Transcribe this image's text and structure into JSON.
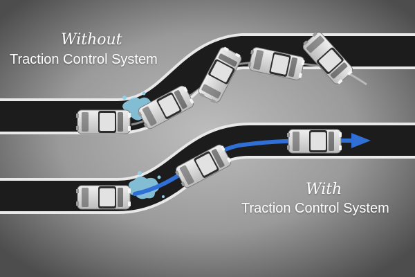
{
  "captions": {
    "without_line1": "Without",
    "without_line2": "Traction Control System",
    "with_line1": "With",
    "with_line2": "Traction Control System"
  },
  "colors": {
    "road": "#1c1c1c",
    "road_edge": "#e9e9e9",
    "path_arrow": "#2f6fd6",
    "water": "#8fcfe8",
    "vehicle": "#d2d2d2",
    "text": "#ffffff"
  },
  "icons": {
    "vehicle": "suv-top-view-icon",
    "water": "water-splash-icon",
    "arrow": "arrow-right-icon"
  }
}
